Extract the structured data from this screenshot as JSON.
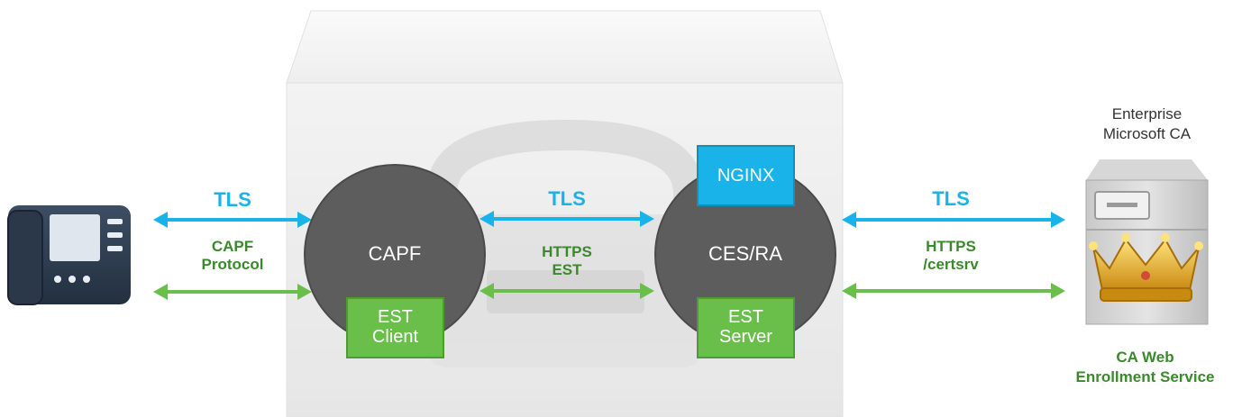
{
  "colors": {
    "tls_arrow": "#19b3ea",
    "protocol_arrow": "#6abf4b",
    "node_circle": "#5d5d5d",
    "est_box": "#6abf4b",
    "nginx_box": "#19b3ea",
    "green_text": "#3a8a2c"
  },
  "icons": {
    "phone": "ip-phone-icon",
    "server": "server-icon",
    "crown": "crown-icon",
    "cube": "appliance-cube-icon",
    "lock": "lock-watermark-icon"
  },
  "left_link": {
    "tls": "TLS",
    "protocol": "CAPF\nProtocol"
  },
  "capf": {
    "label": "CAPF",
    "box": "EST\nClient"
  },
  "middle_link": {
    "tls": "TLS",
    "protocol": "HTTPS\nEST"
  },
  "cesra": {
    "label": "CES/RA",
    "nginx": "NGINX",
    "box": "EST\nServer"
  },
  "right_link": {
    "tls": "TLS",
    "protocol": "HTTPS\n/certsrv"
  },
  "ca": {
    "title": "Enterprise\nMicrosoft CA",
    "service": "CA Web\nEnrollment Service"
  }
}
